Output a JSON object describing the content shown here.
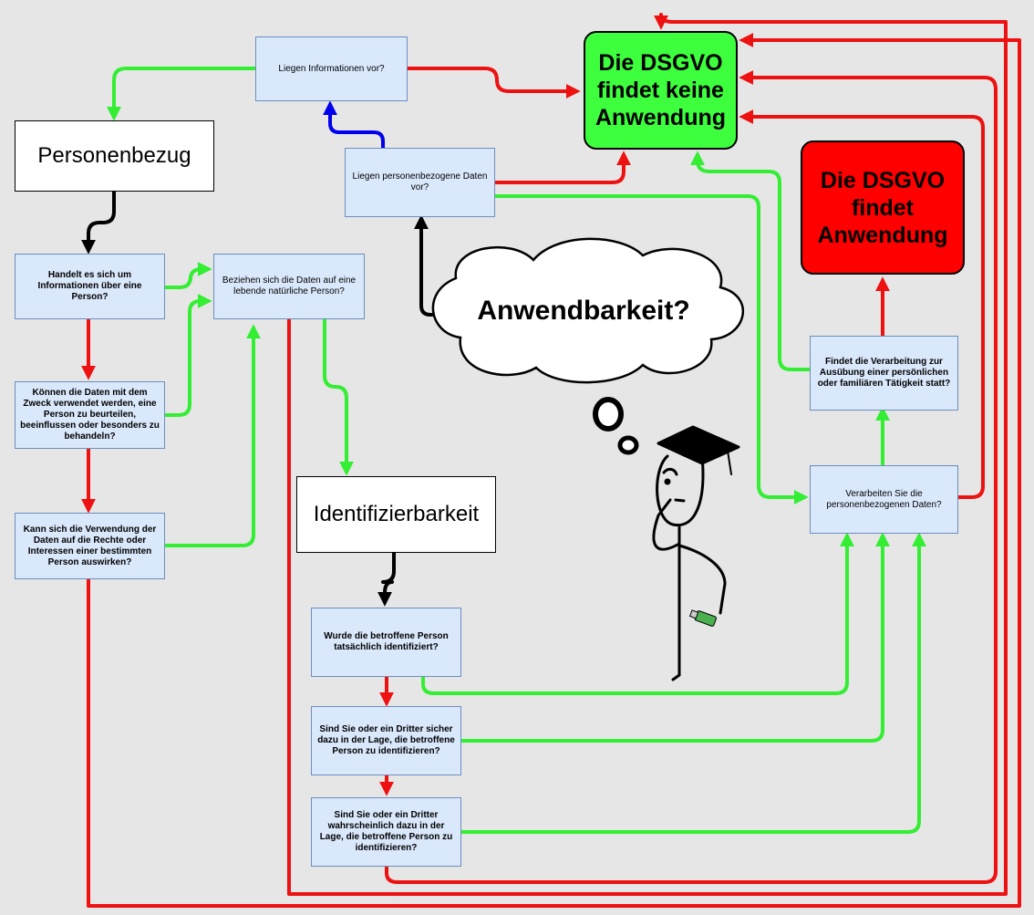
{
  "nodes": {
    "liegen_informationen": "Liegen Informationen vor?",
    "dsgvo_keine": "Die DSGVO findet keine Anwendung",
    "personenbezug": "Personenbezug",
    "liegen_pb_daten": "Liegen personenbezogene Daten vor?",
    "dsgvo_findet": "Die DSGVO findet Anwendung",
    "handelt_es_sich": "Handelt es sich um Informationen über eine Person?",
    "beziehen_sich": "Beziehen sich die Daten auf eine lebende natürliche Person?",
    "anwendbarkeit": "Anwendbarkeit?",
    "koennen_die_daten": "Können die Daten mit dem Zweck verwendet werden, eine Person zu beurteilen, beeinflussen oder besonders zu behandeln?",
    "findet_verarbeitung": "Findet die Verarbeitung zur Ausübung einer persönlichen oder familiären Tätigkeit statt?",
    "verarbeiten_sie": "Verarbeiten Sie die personenbezogenen Daten?",
    "identifizierbarkeit": "Identifizierbarkeit",
    "kann_sich_verwendung": "Kann sich die Verwendung der Daten auf die Rechte oder Interessen einer bestimmten Person auswirken?",
    "wurde_identifiziert": "Wurde die betroffene Person tatsächlich identifiziert?",
    "sind_sie_sicher": "Sind Sie oder ein Dritter sicher dazu in der Lage, die betroffene Person zu identifizieren?",
    "sind_sie_wahrscheinlich": "Sind Sie oder ein Dritter wahrscheinlich dazu in der Lage, die betroffene Person zu identifizieren?"
  },
  "colors": {
    "yes": "#33ee33",
    "no": "#ee1111",
    "flow": "#000000",
    "info": "#0000ee"
  }
}
